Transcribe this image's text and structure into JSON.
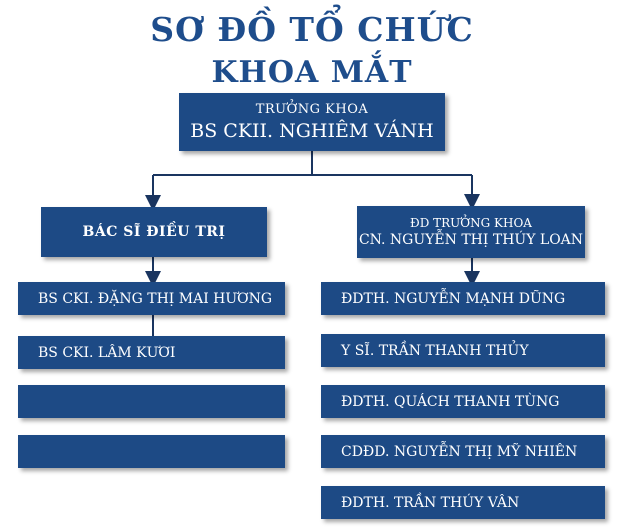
{
  "title": {
    "line1": "SƠ ĐỒ TỔ CHỨC",
    "line2": "KHOA MẮT"
  },
  "head": {
    "role": "TRƯỞNG KHOA",
    "name": "BS CKII. NGHIÊM VÁNH"
  },
  "doctors_group": {
    "label": "BÁC SĨ ĐIỀU TRỊ",
    "members": [
      "BS CKI. ĐẶNG THỊ MAI HƯƠNG",
      "BS CKI. LÂM KƯƠI",
      "",
      ""
    ]
  },
  "nursing_group": {
    "role": "ĐD TRƯỞNG KHOA",
    "name": "CN. NGUYỄN THỊ THÚY LOAN",
    "members": [
      "ĐDTH. NGUYỄN MẠNH DŨNG",
      "Y SĨ. TRẦN THANH THỦY",
      "ĐDTH. QUÁCH THANH TÙNG",
      "CDĐD. NGUYỄN THỊ MỸ NHIÊN",
      "ĐDTH. TRẦN THÚY VÂN"
    ]
  },
  "colors": {
    "title": "#1e4d8c",
    "box": "#1d4a85",
    "text": "#ffffff",
    "connector": "#1a3560"
  }
}
